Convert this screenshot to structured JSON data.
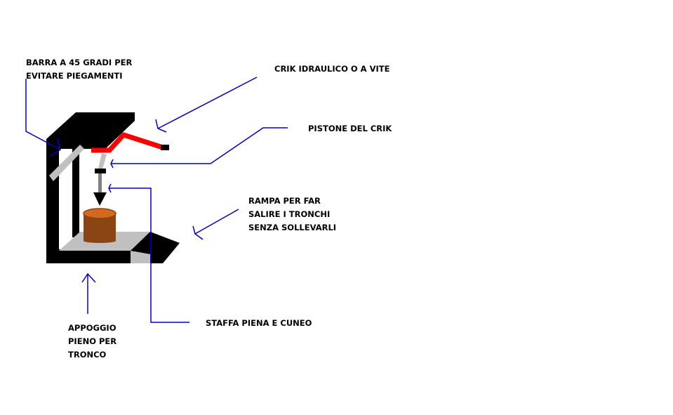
{
  "labels": {
    "bar": [
      "BARRA A 45 GRADI PER",
      "EVITARE PIEGAMENTI"
    ],
    "jack": "CRIK IDRAULICO O A VITE",
    "piston": "PISTONE DEL CRIK",
    "ramp": [
      "RAMPA PER FAR",
      "SALIRE I TRONCHI",
      "SENZA SOLLEVARLI"
    ],
    "bracket": "STAFFA PIENA E CUNEO",
    "support": [
      "APPOGGIO",
      "PIENO PER",
      "TRONCO"
    ]
  },
  "colors": {
    "frame": "#000000",
    "arm": "#ff0000",
    "bar": "#c0c0c0",
    "piston": "#808080",
    "log_side": "#8b4513",
    "log_top": "#d2691e",
    "annotation": "#0000c8"
  }
}
